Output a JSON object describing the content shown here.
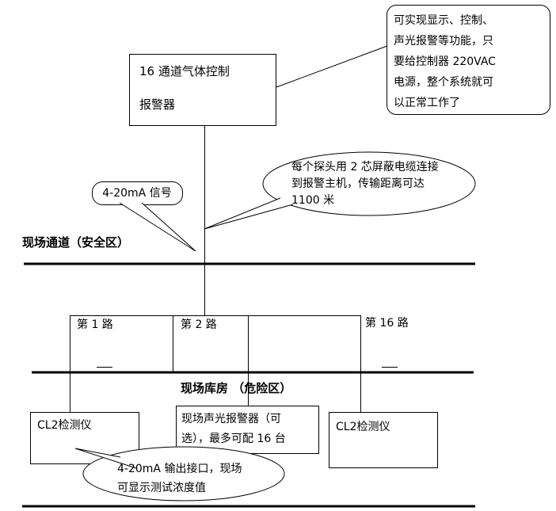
{
  "alarm_box": {
    "line1": "16 通道气体控制",
    "line2": "报警器"
  },
  "callouts": {
    "system": "可实现显示、控制、\n声光报警等功能，只\n要给控制器 220VAC\n电源，整个系统就可\n以正常工作了",
    "cable": "每个探头用 2 芯屏蔽电缆连接\n到报警主机，传输距离可达\n1100 米",
    "signal": "4-20mA 信号",
    "output": "4-20mA 输出接口，现场\n可显示测试浓度值"
  },
  "zones": {
    "safe": "现场通道（安全区）",
    "danger": "现场库房 （危险区）"
  },
  "channels": [
    {
      "label": "第 1 路"
    },
    {
      "label": "第 2 路"
    },
    {
      "label": "第 16 路"
    }
  ],
  "devices": {
    "left": "CL2检测仪",
    "center": "现场声光报警器（可\n选），最多可配 16 台",
    "right": "CL2检测仪"
  },
  "colors": {
    "line": "#000000",
    "fill": "#ffffff",
    "text": "#000000"
  }
}
